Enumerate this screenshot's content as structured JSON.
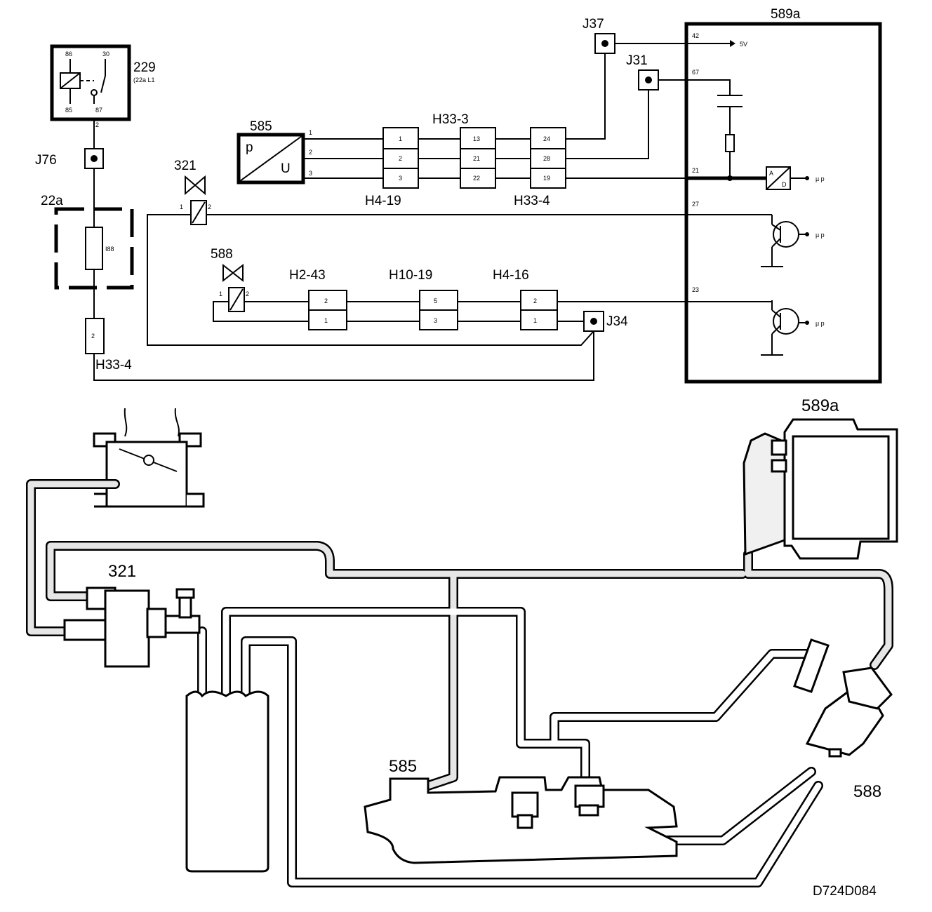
{
  "diagram_id": "D724D084",
  "wiring": {
    "relay": {
      "ref": "229",
      "sub": "(22a L1",
      "pins": [
        "86",
        "30",
        "85",
        "87",
        "2"
      ]
    },
    "fuse_holder": {
      "ref": "22a",
      "fuse_label": "I88"
    },
    "junctions": {
      "j76": "J76",
      "j37": "J37",
      "j31": "J31",
      "j34": "J34"
    },
    "sensor": {
      "ref": "585",
      "p": "p",
      "u": "U",
      "pins": [
        "1",
        "2",
        "3"
      ]
    },
    "valve_321": {
      "ref": "321",
      "pins": [
        "1",
        "2"
      ]
    },
    "valve_588": {
      "ref": "588",
      "pins": [
        "1",
        "2"
      ]
    },
    "connectors": {
      "h4_19": {
        "label": "H4-19",
        "pins": [
          "1",
          "2",
          "3"
        ]
      },
      "h33_3": {
        "label": "H33-3",
        "pins": [
          "13",
          "21",
          "22"
        ]
      },
      "h33_4a": {
        "label": "H33-4",
        "pins": [
          "24",
          "28",
          "19"
        ]
      },
      "h2_43": {
        "label": "H2-43",
        "pins": [
          "2",
          "1"
        ]
      },
      "h10_19": {
        "label": "H10-19",
        "pins": [
          "5",
          "3"
        ]
      },
      "h4_16": {
        "label": "H4-16",
        "pins": [
          "2",
          "1"
        ]
      },
      "h33_4b": {
        "label": "H33-4",
        "pins": [
          "2"
        ]
      }
    },
    "ecu": {
      "ref": "589a",
      "pins": {
        "p42": "42",
        "p67": "67",
        "p21": "21",
        "p27": "27",
        "p23": "23"
      },
      "supply": "5V",
      "ad_a": "A",
      "ad_d": "D",
      "mu": "µ p"
    }
  },
  "hose_layout": {
    "labels": {
      "valve": "321",
      "sensor": "585",
      "ecu": "589a",
      "solenoid": "588"
    }
  }
}
